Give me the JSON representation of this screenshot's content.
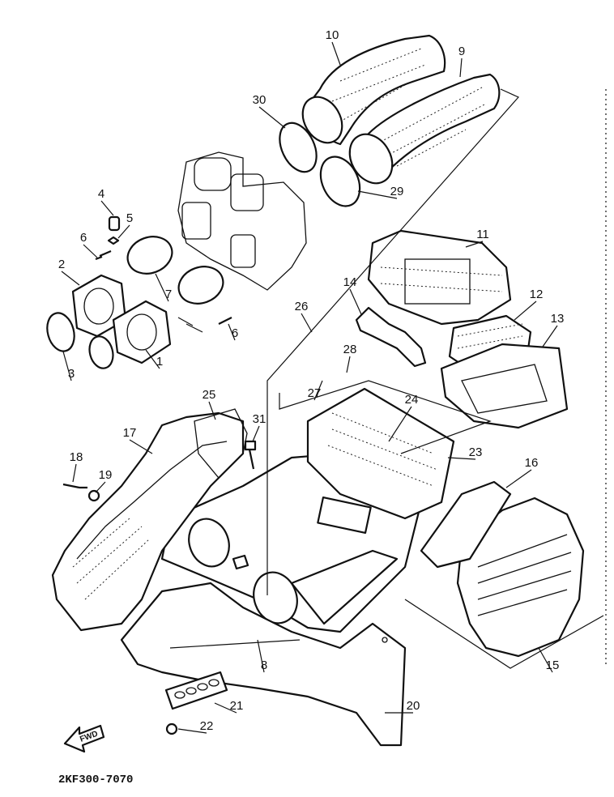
{
  "diagram_code": "2KF300-7070",
  "direction_arrow": "FWD",
  "callouts": [
    "1",
    "2",
    "3",
    "4",
    "5",
    "6",
    "6",
    "7",
    "8",
    "9",
    "10",
    "11",
    "12",
    "13",
    "14",
    "15",
    "16",
    "17",
    "18",
    "19",
    "20",
    "21",
    "22",
    "23",
    "24",
    "25",
    "26",
    "27",
    "28",
    "29",
    "30",
    "31"
  ]
}
